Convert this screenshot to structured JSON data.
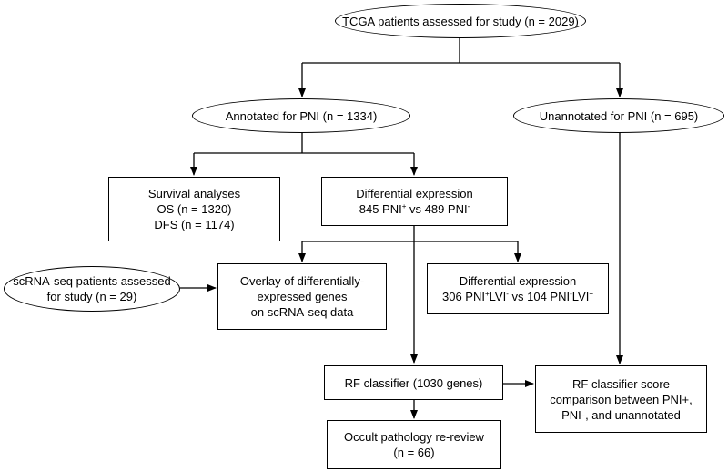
{
  "nodes": {
    "tcga": {
      "lines": [
        "TCGA patients assessed for study (n = 2029)"
      ]
    },
    "annotated": {
      "lines": [
        "Annotated for PNI (n = 1334)"
      ]
    },
    "unannotated": {
      "lines": [
        "Unannotated for PNI (n = 695)"
      ]
    },
    "survival": {
      "lines": [
        "Survival analyses",
        "OS (n = 1320)",
        "DFS (n = 1174)"
      ]
    },
    "diffexp1": {
      "line1": "Differential expression",
      "line2": {
        "a": "845 PNI",
        "a_sup": "+",
        "b": " vs 489 PNI",
        "b_sup": "-"
      }
    },
    "scrna": {
      "lines": [
        "scRNA-seq patients assessed",
        "for study (n = 29)"
      ]
    },
    "overlay": {
      "lines": [
        "Overlay of differentially-",
        "expressed genes",
        "on scRNA-seq data"
      ]
    },
    "diffexp2": {
      "line1": "Differential expression",
      "line2": {
        "a": "306 PNI",
        "a_sup": "+",
        "b": "LVI",
        "b_sup": "-",
        "c": " vs 104 PNI",
        "c_sup": "-",
        "d": "LVI",
        "d_sup": "+"
      }
    },
    "rf": {
      "lines": [
        "RF classifier (1030 genes)"
      ]
    },
    "rfscore": {
      "lines": [
        "RF classifier score",
        "comparison between PNI+,",
        "PNI-, and unannotated"
      ]
    },
    "occult": {
      "lines": [
        "Occult pathology re-review",
        "(n = 66)"
      ]
    }
  }
}
